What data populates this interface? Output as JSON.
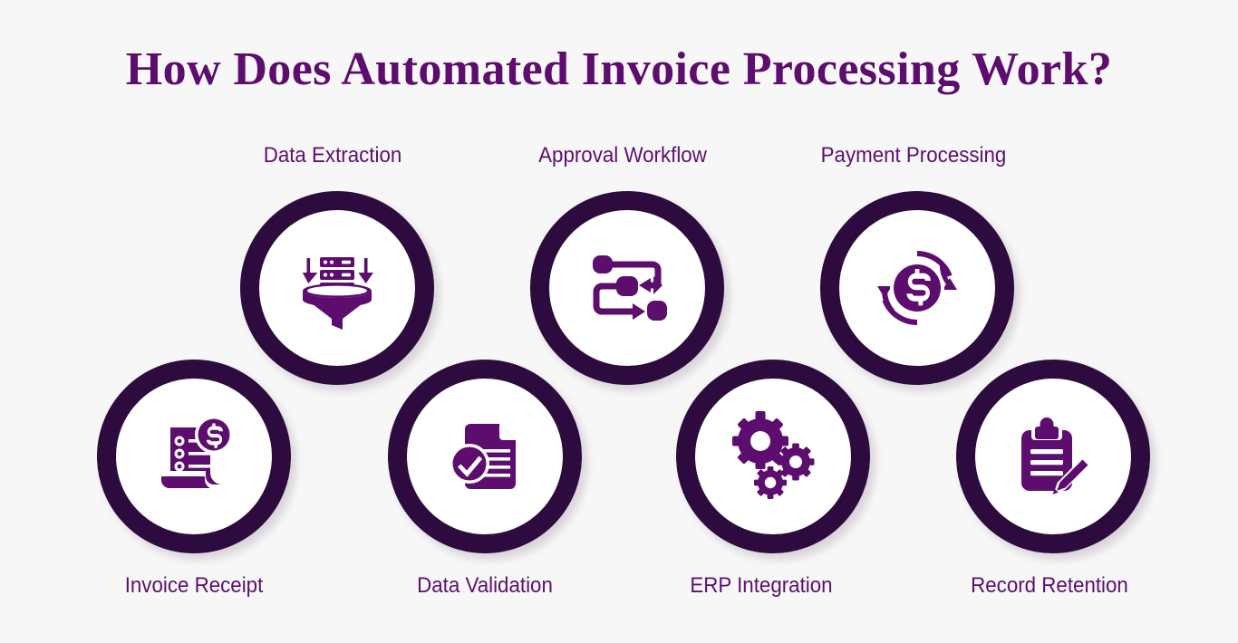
{
  "title": "How Does Automated Invoice Processing Work?",
  "theme": {
    "background": "#f7f7f7",
    "title_color": "#5c0d6e",
    "ring_color": "#2e0b3f",
    "circle_fill": "#ffffff",
    "icon_color": "#5c0d6e",
    "label_color": "#5c1070"
  },
  "steps": [
    {
      "id": "invoice-receipt",
      "label": "Invoice Receipt",
      "icon": "invoice-dollar-icon",
      "row": "bottom",
      "order": 1
    },
    {
      "id": "data-extraction",
      "label": "Data Extraction",
      "icon": "funnel-database-icon",
      "row": "top",
      "order": 2
    },
    {
      "id": "data-validation",
      "label": "Data Validation",
      "icon": "document-check-icon",
      "row": "bottom",
      "order": 3
    },
    {
      "id": "approval-workflow",
      "label": "Approval Workflow",
      "icon": "workflow-nodes-icon",
      "row": "top",
      "order": 4
    },
    {
      "id": "erp-integration",
      "label": "ERP Integration",
      "icon": "gears-icon",
      "row": "bottom",
      "order": 5
    },
    {
      "id": "payment-processing",
      "label": "Payment Processing",
      "icon": "dollar-refresh-icon",
      "row": "top",
      "order": 6
    },
    {
      "id": "record-retention",
      "label": "Record Retention",
      "icon": "clipboard-pencil-icon",
      "row": "bottom",
      "order": 7
    }
  ]
}
